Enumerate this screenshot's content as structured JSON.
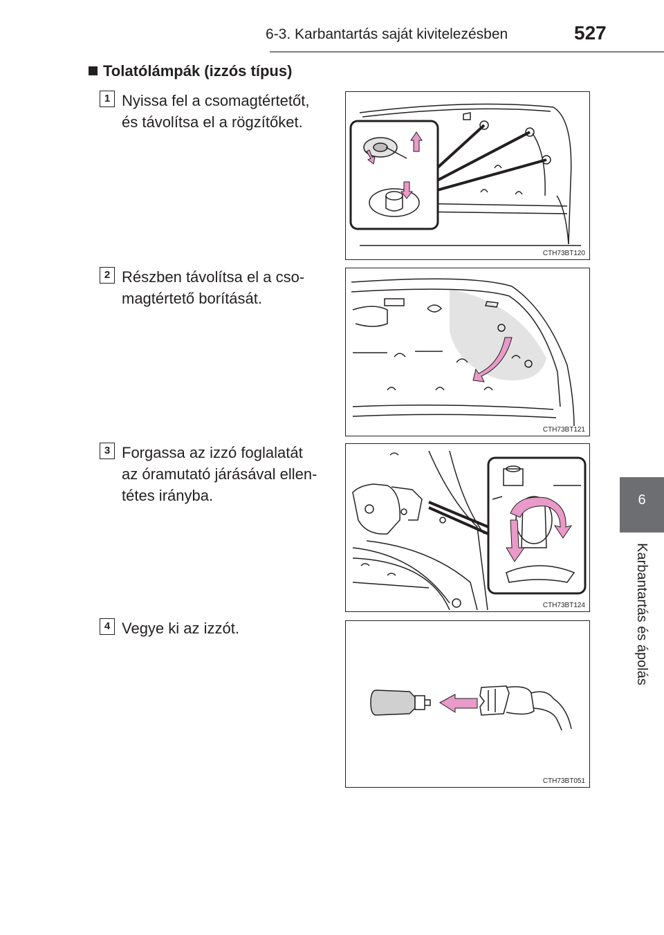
{
  "header": {
    "title": "6-3. Karbantartás saját kivitelezésben",
    "page_number": "527"
  },
  "side_tab": {
    "number": "6",
    "label": "Karbantartás és ápolás"
  },
  "section": {
    "title": "Tolatólámpák (izzós típus)"
  },
  "steps": [
    {
      "number": "1",
      "lines": [
        "Nyissa fel a csomagtértetőt,",
        "és távolítsa el a rögzítőket."
      ],
      "figure_code": "CTH73BT120"
    },
    {
      "number": "2",
      "lines": [
        "Részben távolítsa el a cso-",
        "magtértető borítását."
      ],
      "figure_code": "CTH73BT121"
    },
    {
      "number": "3",
      "lines": [
        "Forgassa az izzó foglalatát",
        "az óramutató járásával ellen-",
        "tétes irányba."
      ],
      "figure_code": "CTH73BT124"
    },
    {
      "number": "4",
      "lines": [
        "Vegye ki az izzót."
      ],
      "figure_code": "CTH73BT051"
    }
  ],
  "colors": {
    "arrow": "#e89ac8",
    "tab": "#6d6e71",
    "shade": "#e3e3e3",
    "text": "#231f20"
  }
}
